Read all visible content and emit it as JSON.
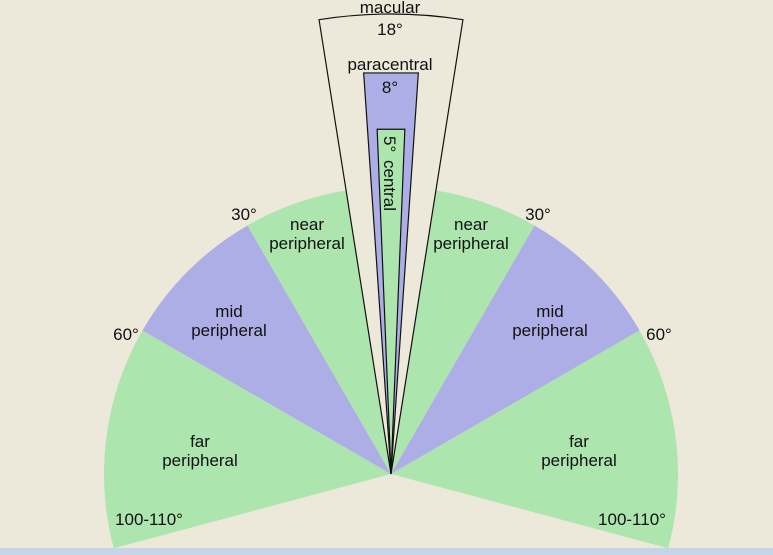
{
  "title": "Human visual field regions",
  "colors": {
    "background": "#ece9da",
    "green": "#ade5ae",
    "purple": "#aeaee6",
    "outline": "#111111"
  },
  "regions": {
    "macular": {
      "name": "macular",
      "angle": "18°"
    },
    "paracentral": {
      "name": "paracentral",
      "angle": "8°"
    },
    "central": {
      "name": "central",
      "angle": "5°"
    },
    "near_left": {
      "line1": "near",
      "line2": "peripheral"
    },
    "near_right": {
      "line1": "near",
      "line2": "peripheral"
    },
    "mid_left": {
      "line1": "mid",
      "line2": "peripheral"
    },
    "mid_right": {
      "line1": "mid",
      "line2": "peripheral"
    },
    "far_left": {
      "line1": "far",
      "line2": "peripheral"
    },
    "far_right": {
      "line1": "far",
      "line2": "peripheral"
    }
  },
  "boundaries": {
    "deg30": "30°",
    "deg60": "60°",
    "deg100": "100-110°"
  }
}
